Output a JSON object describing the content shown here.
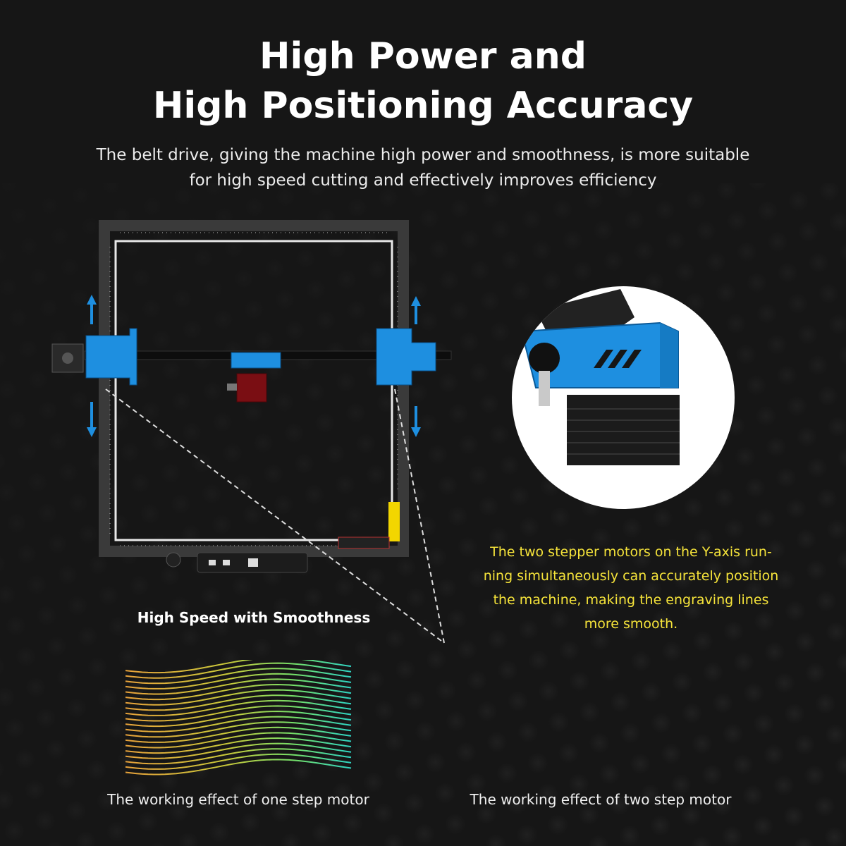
{
  "title": {
    "line1": "High Power and",
    "line2": "High Positioning Accuracy"
  },
  "subtitle": {
    "line1": "The belt drive, giving the machine high power and smoothness, is more suitable",
    "line2": "for high speed cutting and effectively improves efficiency"
  },
  "motor_description": {
    "line1": "The two stepper motors on the Y-axis run-",
    "line2": "ning simultaneously can accurately position",
    "line3": "the machine, making the engraving lines",
    "line4": "more smooth."
  },
  "machine_caption": "High Speed with Smoothness",
  "comparison": {
    "one_motor_caption": "The working effect of one step motor",
    "two_motor_caption": "The working effect of two step motor",
    "line_count": 20
  },
  "colors": {
    "accent_blue": "#1e8fe0",
    "highlight_yellow": "#f5e33a",
    "gradient_start": "#e8a23a",
    "gradient_end": "#2fd4c4"
  }
}
